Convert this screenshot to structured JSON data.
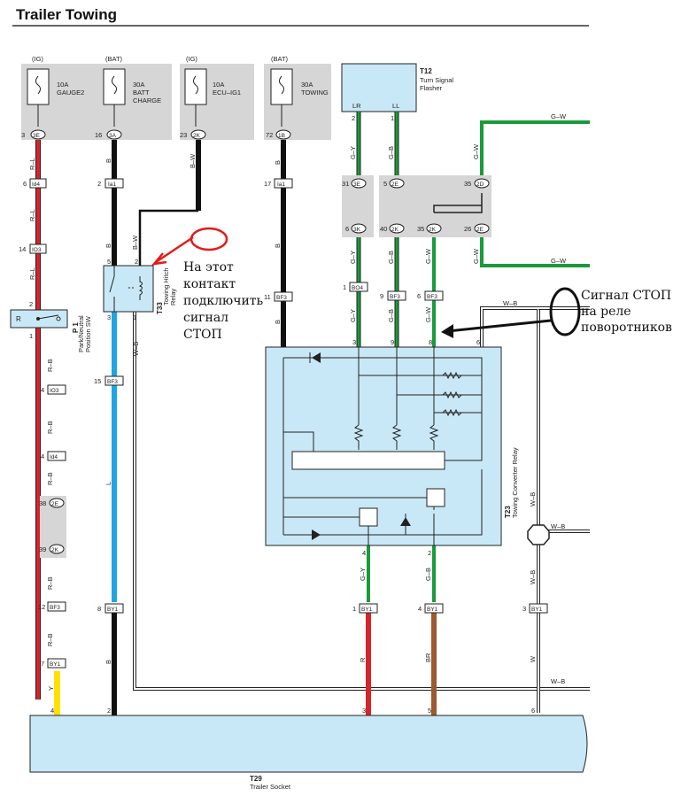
{
  "title": "Trailer Towing",
  "fuses": [
    {
      "source": "(IG)",
      "rating": "10A",
      "name": "GAUGE2",
      "pin": "3",
      "conn": "3E"
    },
    {
      "source": "(BAT)",
      "rating": "30A",
      "name1": "BATT",
      "name2": "CHARGE",
      "pin": "16",
      "conn": "3A"
    },
    {
      "source": "(IG)",
      "rating": "10A",
      "name": "ECU–IG1",
      "pin": "23",
      "conn": "2K"
    },
    {
      "source": "(BAT)",
      "rating": "30A",
      "name": "TOWING",
      "pin": "72",
      "conn": "1B"
    }
  ],
  "flasher": {
    "id": "T12",
    "name1": "Turn Signal",
    "name2": "Flasher",
    "pin_lr": "LR",
    "pin_ll": "LL",
    "pin_a": "2",
    "pin_b": "1"
  },
  "wires": {
    "rl": "R–L",
    "rb": "R–B",
    "y": "Y",
    "b": "B",
    "bw": "B–W",
    "wb": "W–B",
    "gy": "G–Y",
    "gb": "G–B",
    "gw": "G–W",
    "l": "L",
    "w": "W",
    "r": "R",
    "br": "BR"
  },
  "connectors": {
    "id4": "Id4",
    "io3": "IO3",
    "ia1": "Ia1",
    "bf3": "BF3",
    "bo4": "BO4",
    "by1": "BY1",
    "c3e": "3E",
    "c3k": "3K",
    "c2e": "2E",
    "c2k": "2K",
    "c2d": "2D",
    "r": "R"
  },
  "pins": {
    "p6": "6",
    "p14": "14",
    "p2": "2",
    "p1": "1",
    "p4": "4",
    "p38": "38",
    "p39": "39",
    "p12": "12",
    "p7": "7",
    "p5": "5",
    "p3": "3",
    "p15": "15",
    "p8": "8",
    "p17": "17",
    "p11": "11",
    "p31": "31",
    "p35": "35",
    "p40": "40",
    "p26": "26",
    "p9": "9",
    "p63": "6"
  },
  "components": {
    "p1_id": "P 1",
    "p1_name1": "Park/Neutral",
    "p1_name2": "Position SW",
    "t33_id": "T33",
    "t33_name1": "Towing Hitch",
    "t33_name2": "Relay",
    "t23_id": "T23",
    "t23_name": "Towing Converter Relay",
    "t29_id": "T29",
    "t29_name": "Trailer Socket"
  },
  "annotations": {
    "left_lines": [
      "На этот",
      "контакт",
      "подключить",
      "сигнал",
      "СТОП"
    ],
    "right_lines": [
      "Сигнал СТОП",
      "на реле",
      "поворотников"
    ]
  },
  "colors": {
    "red": "#d8232a",
    "black": "#111111",
    "green": "#1a9a3a",
    "blue": "#1ea6e4",
    "yellow": "#ffe000",
    "brown": "#9c5a2e",
    "gray_box": "#d6d6d6",
    "lightblue": "#c9e8f7"
  }
}
